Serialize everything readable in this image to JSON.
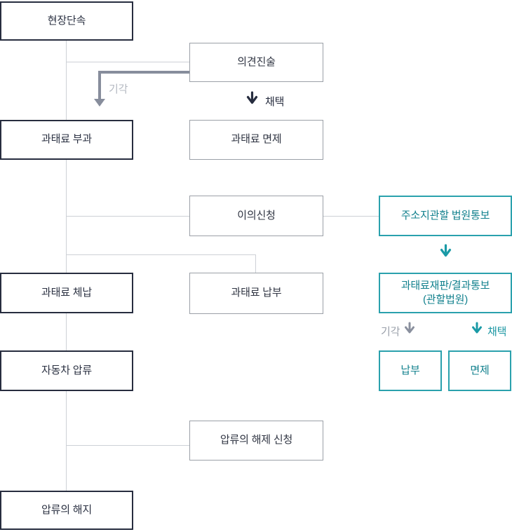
{
  "diagram": {
    "type": "flowchart",
    "language": "ko",
    "boxes": [
      {
        "id": "onsite-enforcement",
        "label": "현장단속",
        "style": "dark"
      },
      {
        "id": "opinion-statement",
        "label": "의견진술",
        "style": "gray"
      },
      {
        "id": "fine-imposition",
        "label": "과태료 부과",
        "style": "dark"
      },
      {
        "id": "fine-exemption",
        "label": "과태료 면제",
        "style": "gray"
      },
      {
        "id": "objection-filing",
        "label": "이의신청",
        "style": "gray"
      },
      {
        "id": "court-notification",
        "label": "주소지관할 법원통보",
        "style": "teal"
      },
      {
        "id": "fine-arrears",
        "label": "과태료 체납",
        "style": "dark"
      },
      {
        "id": "fine-payment",
        "label": "과태료 납부",
        "style": "gray"
      },
      {
        "id": "fine-trial",
        "label": "과태료재판/결과통보",
        "sublabel": "(관할법원)",
        "style": "teal"
      },
      {
        "id": "vehicle-seizure",
        "label": "자동차 압류",
        "style": "dark"
      },
      {
        "id": "court-payment",
        "label": "납부",
        "style": "teal"
      },
      {
        "id": "court-exemption",
        "label": "면제",
        "style": "teal"
      },
      {
        "id": "seizure-release-request",
        "label": "압류의 해제 신청",
        "style": "gray"
      },
      {
        "id": "seizure-release",
        "label": "압류의 해지",
        "style": "dark"
      }
    ],
    "labels": {
      "reject_opinion": "기각",
      "adopt_opinion": "채택",
      "reject_trial": "기각",
      "adopt_trial": "채택"
    },
    "edges": [
      {
        "from": "현장단속",
        "to": "과태료 부과",
        "type": "line"
      },
      {
        "from": "현장단속",
        "to": "의견진술",
        "type": "line"
      },
      {
        "from": "의견진술",
        "to": "과태료 부과",
        "type": "arrow",
        "label": "기각"
      },
      {
        "from": "의견진술",
        "to": "과태료 면제",
        "type": "arrow",
        "label": "채택"
      },
      {
        "from": "과태료 부과",
        "to": "이의신청",
        "type": "line"
      },
      {
        "from": "과태료 부과",
        "to": "과태료 납부",
        "type": "line"
      },
      {
        "from": "과태료 부과",
        "to": "과태료 체납",
        "type": "line"
      },
      {
        "from": "이의신청",
        "to": "주소지관할 법원통보",
        "type": "line"
      },
      {
        "from": "주소지관할 법원통보",
        "to": "과태료재판/결과통보 (관할법원)",
        "type": "arrow"
      },
      {
        "from": "과태료재판/결과통보 (관할법원)",
        "to": "납부",
        "type": "arrow",
        "label": "기각"
      },
      {
        "from": "과태료재판/결과통보 (관할법원)",
        "to": "면제",
        "type": "arrow",
        "label": "채택"
      },
      {
        "from": "과태료 체납",
        "to": "자동차 압류",
        "type": "line"
      },
      {
        "from": "자동차 압류",
        "to": "압류의 해제 신청",
        "type": "line"
      },
      {
        "from": "자동차 압류",
        "to": "압류의 해지",
        "type": "line"
      }
    ],
    "colors": {
      "dark_border": "#272d3f",
      "gray_border": "#9ba0a7",
      "teal_border": "#2aa1ad",
      "teal_text": "#11808d",
      "connector": "#cdd1d6",
      "elbow_arrow": "#878d9c",
      "faint_label": "#b3b8c1"
    }
  }
}
